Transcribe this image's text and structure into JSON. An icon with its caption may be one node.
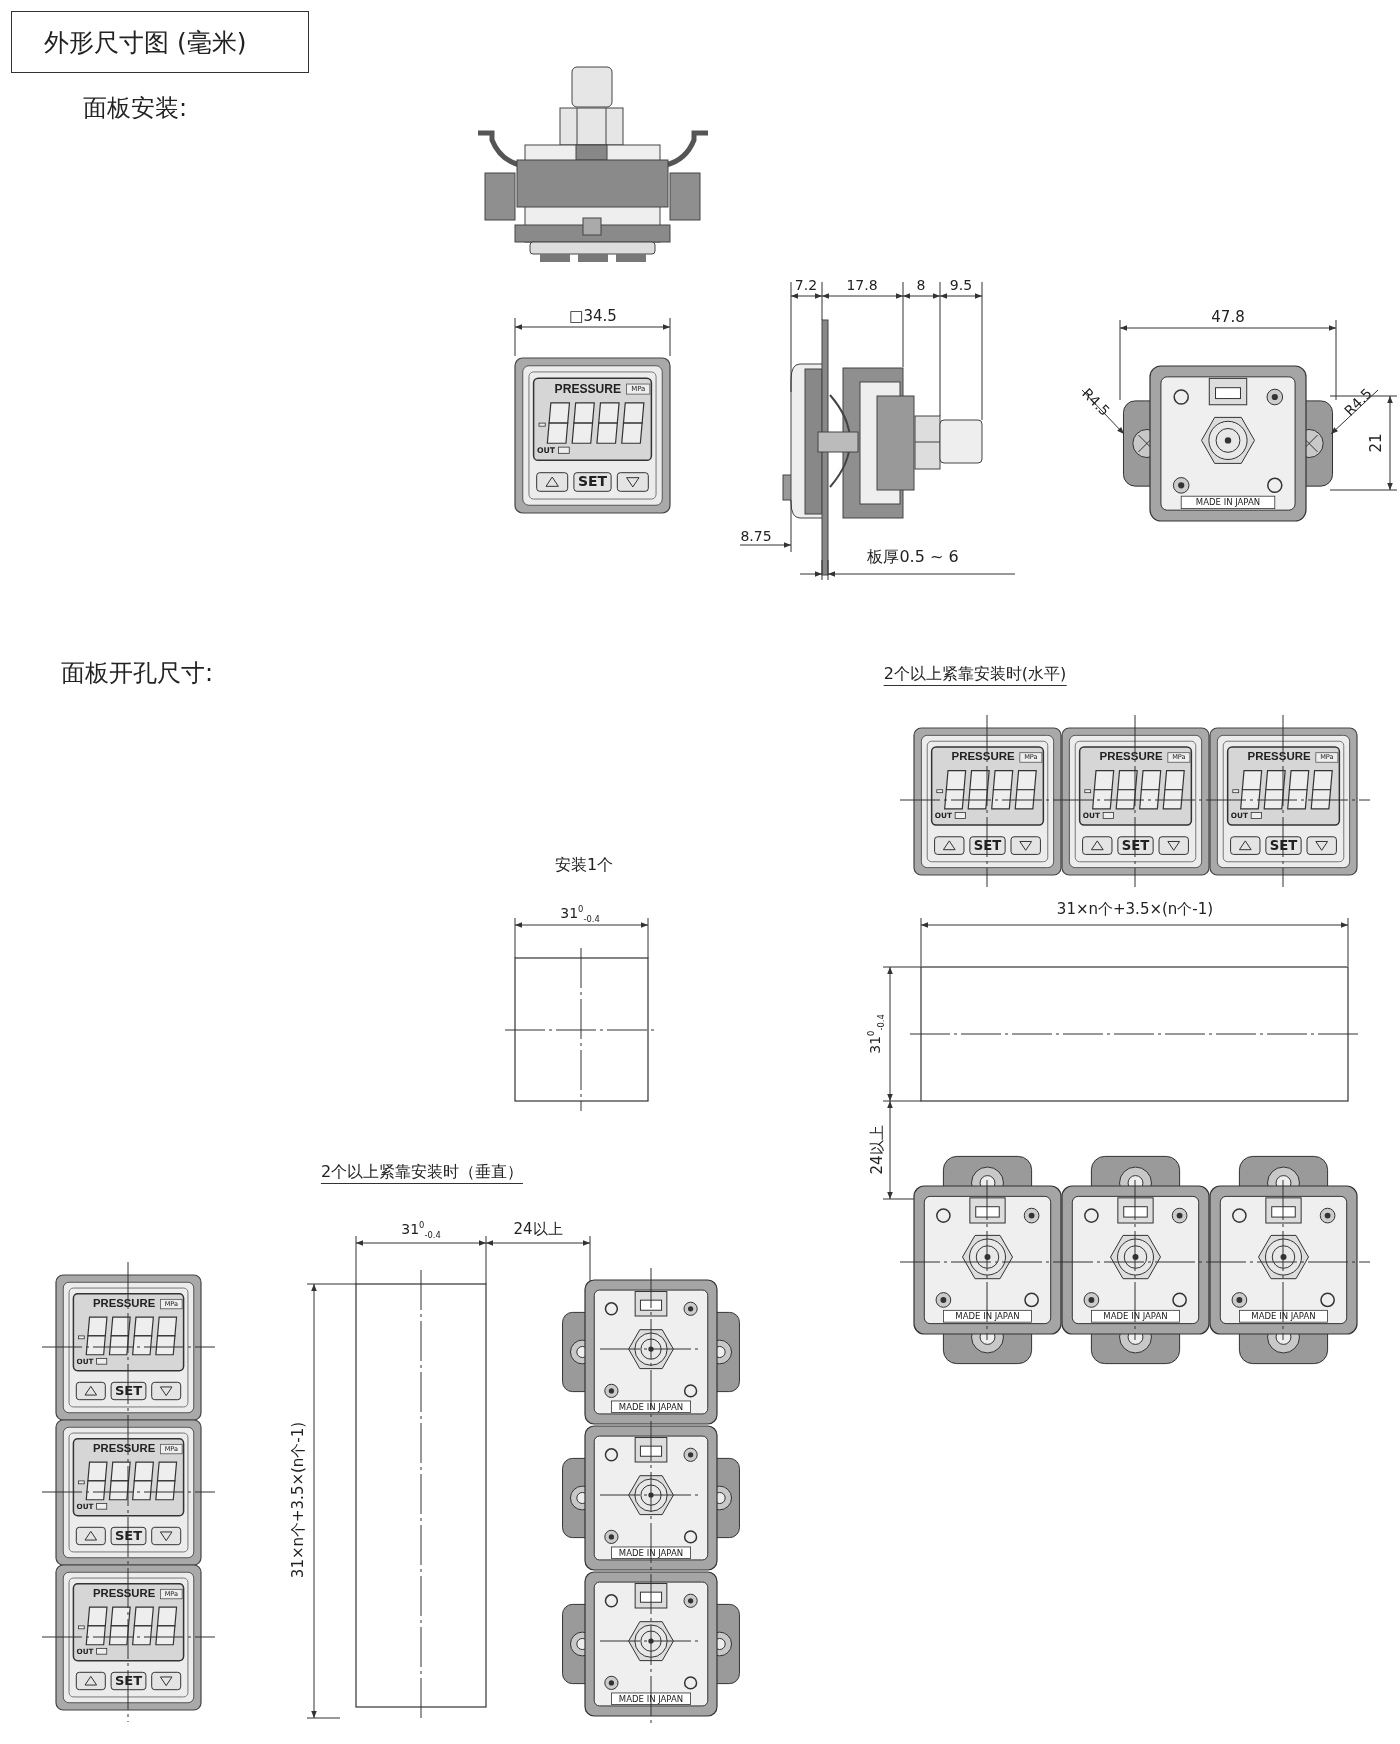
{
  "diagram": {
    "title": "外形尺寸图 (毫米)",
    "labels": [
      "面板安装:",
      "□34.5",
      "7.2",
      "17.8",
      "8",
      "9.5",
      "47.8",
      "R4.5",
      "R4.5",
      "21",
      "8.75",
      "板厚0.5 ~ 6",
      "PRESSURE",
      "MPa",
      "OUT",
      "SET",
      "MADE IN JAPAN",
      "面板开孔尺寸:",
      "2个以上紧靠安装时(水平)",
      "PRESSURE",
      "MPa",
      "OUT",
      "SET",
      "PRESSURE",
      "MPa",
      "OUT",
      "SET",
      "PRESSURE",
      "MPa",
      "OUT",
      "SET",
      "安装1个",
      "31$^{0}$$_{-0.4}$",
      "31×n个+3.5×(n个-1)",
      "31$^{0}$$_{-0.4}$",
      "24以上",
      "MADE IN JAPAN",
      "MADE IN JAPAN",
      "MADE IN JAPAN",
      "2个以上紧靠安装时（垂直）",
      "31$^{0}$$_{-0.4}$",
      "24以上",
      "31×n个+3.5×(n个-1)",
      "PRESSURE",
      "MPa",
      "OUT",
      "SET",
      "PRESSURE",
      "MPa",
      "OUT",
      "SET",
      "PRESSURE",
      "MPa",
      "OUT",
      "SET",
      "MADE IN JAPAN",
      "MADE IN JAPAN",
      "MADE IN JAPAN"
    ]
  }
}
